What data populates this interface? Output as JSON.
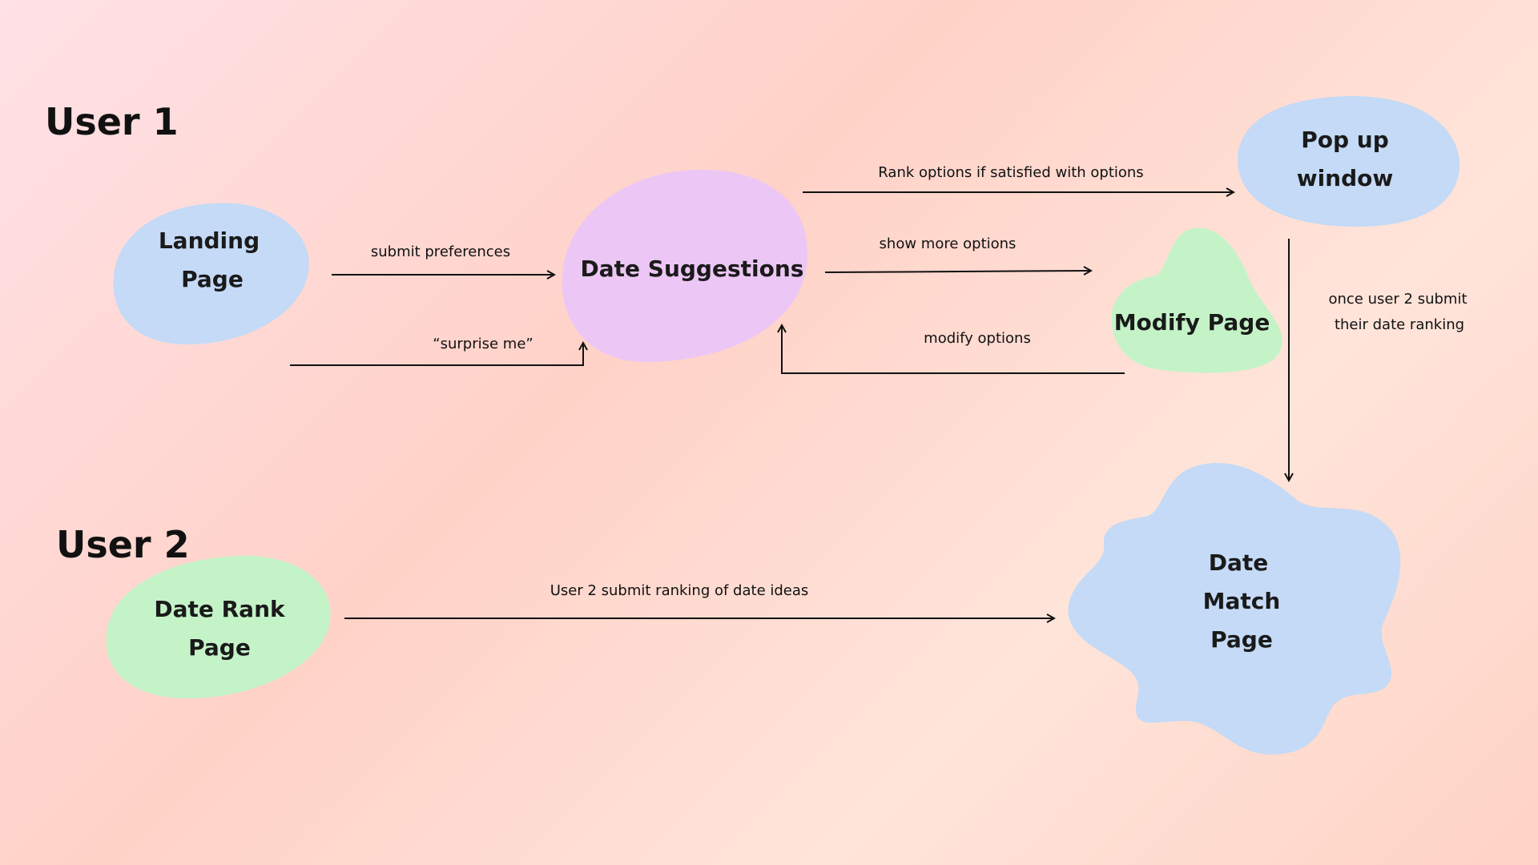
{
  "headings": {
    "user1": "User 1",
    "user2": "User 2"
  },
  "nodes": {
    "landing": {
      "line1": "Landing",
      "line2": "Page",
      "color": "#c4daf6"
    },
    "date_suggestions": {
      "line1": "Date Suggestions",
      "color": "#ecc6f4"
    },
    "popup": {
      "line1": "Pop up",
      "line2": "window",
      "color": "#c4daf6"
    },
    "modify": {
      "line1": "Modify Page",
      "color": "#c4f3c8"
    },
    "date_rank": {
      "line1": "Date Rank",
      "line2": "Page",
      "color": "#c4f3c8"
    },
    "date_match": {
      "line1": "Date",
      "line2": "Match",
      "line3": "Page",
      "color": "#c4daf6"
    }
  },
  "edges": {
    "submit_preferences": "submit preferences",
    "surprise_me": "“surprise me”",
    "rank_options": "Rank options if satisfied with options",
    "show_more": "show more options",
    "modify_options": "modify options",
    "once_user2_line1": "once user 2 submit",
    "once_user2_line2": "their date ranking",
    "user2_submit": "User 2 submit ranking of date ideas"
  }
}
